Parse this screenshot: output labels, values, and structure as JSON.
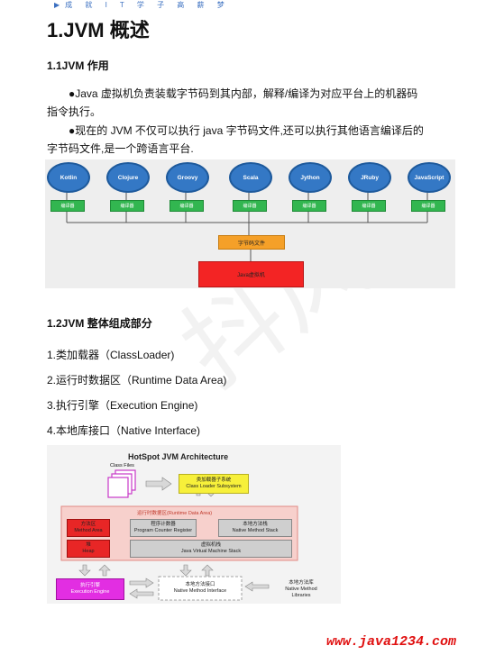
{
  "header": {
    "tagline": "▶成 就 I T 学 子 高 薪 梦"
  },
  "page_title": "1.JVM 概述",
  "section1": {
    "title": "1.1JVM 作用",
    "para1_line1": "●Java 虚拟机负责装载字节码到其内部，解释/编译为对应平台上的机器码",
    "para1_line2": "指令执行。",
    "para2_line1": "●现在的 JVM 不仅可以执行 java 字节码文件,还可以执行其他语言编译后的",
    "para2_line2": "字节码文件,是一个跨语言平台."
  },
  "diagram1": {
    "languages": [
      "Kotlin",
      "Clojure",
      "Groovy",
      "Scala",
      "Jython",
      "JRuby",
      "JavaScript"
    ],
    "compiler_label": "编译器",
    "bytecode_label": "字节码文件",
    "jvm_label": "Java虚拟机",
    "colors": {
      "lang": "#3478c5",
      "compiler": "#32b650",
      "bytecode": "#f5a028",
      "jvm": "#f32424"
    }
  },
  "section2": {
    "title": "1.2JVM 整体组成部分",
    "items": [
      "1.类加载器（ClassLoader)",
      "2.运行时数据区（Runtime Data Area)",
      "3.执行引擎（Execution Engine)",
      "4.本地库接口（Native Interface)"
    ]
  },
  "diagram2": {
    "title": "HotSpot JVM Architecture",
    "class_files": "Class Files",
    "class_loader_cn": "类加载器子系统",
    "class_loader_en": "Class Loader Subsystem",
    "runtime_area": "运行时数据区(Runtime Data Area)",
    "method_area_cn": "方法区",
    "method_area_en": "Method Area",
    "pc_cn": "程序计数器",
    "pc_en": "Program Counter Register",
    "native_stack_cn": "本地方法栈",
    "native_stack_en": "Native Method Stack",
    "heap_cn": "堆",
    "heap_en": "Heap",
    "vm_stack_cn": "虚拟机栈",
    "vm_stack_en": "Java Virtual Machine Stack",
    "engine_cn": "执行引擎",
    "engine_en": "Execution Engine",
    "native_if_cn": "本地方法接口",
    "native_if_en": "Native Method Interface",
    "native_lib_cn": "本地方法库",
    "native_lib_en1": "Native Method",
    "native_lib_en2": "Libraries"
  },
  "footer": {
    "url": "www.java1234.com"
  },
  "watermark": {
    "text": "抖风"
  }
}
